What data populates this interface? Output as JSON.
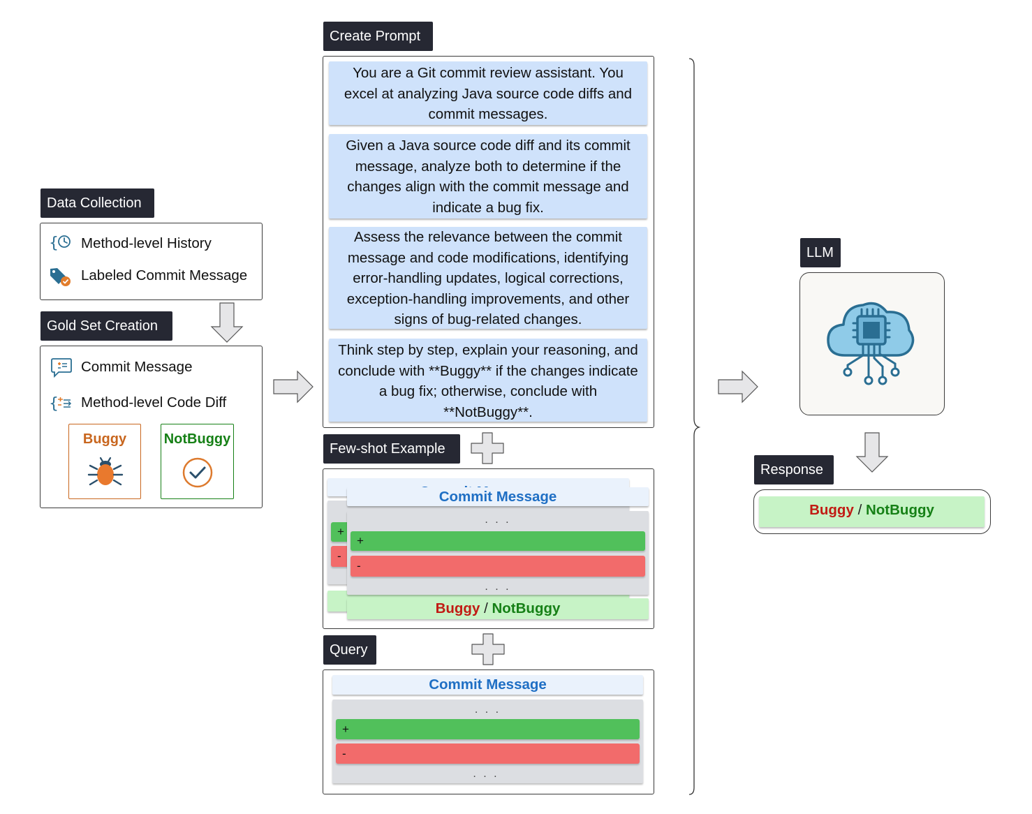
{
  "data_collection": {
    "header": "Data Collection",
    "items": [
      {
        "icon": "clock-braces-icon",
        "label": "Method-level History"
      },
      {
        "icon": "tag-check-icon",
        "label": "Labeled Commit Message"
      }
    ]
  },
  "gold_set": {
    "header": "Gold Set Creation",
    "items": [
      {
        "icon": "chat-bubble-icon",
        "label": "Commit Message"
      },
      {
        "icon": "code-diff-icon",
        "label": "Method-level Code Diff"
      }
    ],
    "buggy_label": "Buggy",
    "notbuggy_label": "NotBuggy"
  },
  "create_prompt": {
    "header": "Create Prompt",
    "paragraphs": [
      "You are a Git commit review assistant. You excel at analyzing Java source code diffs and commit messages.",
      "Given a Java source code diff and its commit message, analyze both to determine if the changes align with the commit message and indicate a bug fix.",
      "Assess the relevance between the commit message and code modifications, identifying error-handling updates, logical corrections, exception-handling improvements, and other signs of bug-related changes.",
      "Think step by step, explain your reasoning, and conclude with **Buggy** if the changes indicate a bug fix; otherwise, conclude with **NotBuggy**."
    ]
  },
  "few_shot": {
    "header": "Few-shot Example",
    "commit_message": "Commit Message",
    "dots": ". . .",
    "plus": "+",
    "minus": "-",
    "buggy": "Buggy",
    "slash": "/",
    "notbuggy": "NotBuggy"
  },
  "query": {
    "header": "Query",
    "commit_message": "Commit Message",
    "dots": ". . .",
    "plus": "+",
    "minus": "-"
  },
  "llm": {
    "header": "LLM",
    "icon": "cloud-chip-icon"
  },
  "response": {
    "header": "Response",
    "buggy": "Buggy",
    "slash": "/",
    "notbuggy": "NotBuggy"
  },
  "colors": {
    "header_bg": "#262833",
    "prompt_bg": "#cfe2fb",
    "commit_blue": "#1f6fc4",
    "plus_green": "#51c05b",
    "minus_red": "#f26b6b",
    "response_green": "#c7f3c6",
    "buggy_orange": "#c8661e",
    "notbuggy_green": "#168016",
    "buggy_red": "#c11b14"
  }
}
